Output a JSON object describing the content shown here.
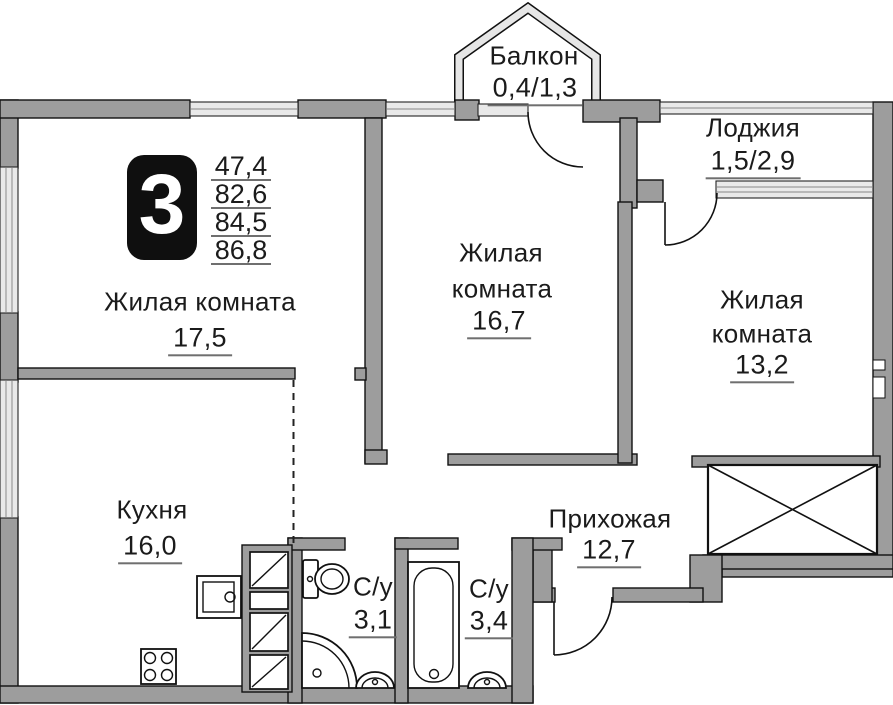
{
  "apartment": {
    "rooms_count_badge": "3",
    "area_values": [
      "47,4",
      "82,6",
      "84,5",
      "86,8"
    ]
  },
  "rooms": {
    "living1": {
      "label": "Жилая комната",
      "area": "17,5"
    },
    "living2": {
      "line1": "Жилая",
      "line2": "комната",
      "area": "16,7"
    },
    "living3": {
      "line1": "Жилая",
      "line2": "комната",
      "area": "13,2"
    },
    "kitchen": {
      "label": "Кухня",
      "area": "16,0"
    },
    "hallway": {
      "label": "Прихожая",
      "area": "12,7"
    },
    "bathroom1": {
      "label": "С/у",
      "area": "3,1"
    },
    "bathroom2": {
      "label": "С/у",
      "area": "3,4"
    },
    "balcony": {
      "label": "Балкон",
      "area": "0,4/1,3"
    },
    "loggia": {
      "label": "Лоджия",
      "area": "1,5/2,9"
    }
  },
  "colors": {
    "wall": "#9d9d9d",
    "window": "#e9e9e9",
    "outline": "#111111",
    "text": "#1b1b1b",
    "badge_bg": "#0f0f0f",
    "badge_text": "#ffffff",
    "underline": "#6f6f6f"
  }
}
